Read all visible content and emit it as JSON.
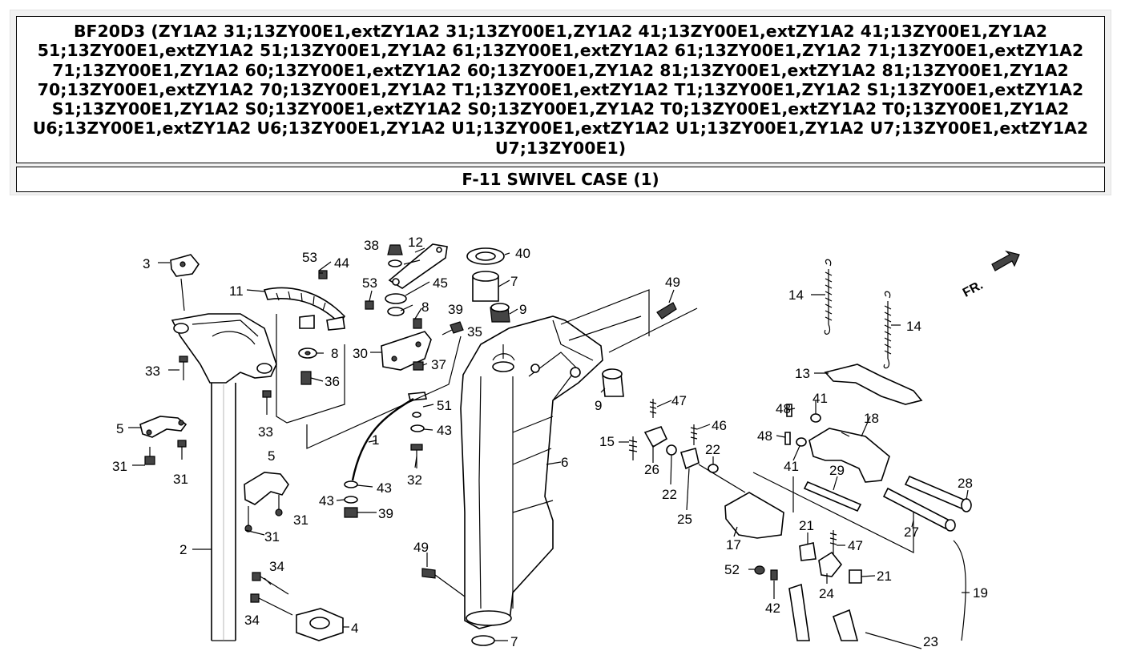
{
  "header": {
    "title": "BF20D3 (ZY1A2 31;13ZY00E1,extZY1A2 31;13ZY00E1,ZY1A2 41;13ZY00E1,extZY1A2 41;13ZY00E1,ZY1A2 51;13ZY00E1,extZY1A2 51;13ZY00E1,ZY1A2 61;13ZY00E1,extZY1A2 61;13ZY00E1,ZY1A2 71;13ZY00E1,extZY1A2 71;13ZY00E1,ZY1A2 60;13ZY00E1,extZY1A2 60;13ZY00E1,ZY1A2 81;13ZY00E1,extZY1A2 81;13ZY00E1,ZY1A2 70;13ZY00E1,extZY1A2 70;13ZY00E1,ZY1A2 T1;13ZY00E1,extZY1A2 T1;13ZY00E1,ZY1A2 S1;13ZY00E1,extZY1A2 S1;13ZY00E1,ZY1A2 S0;13ZY00E1,extZY1A2 S0;13ZY00E1,ZY1A2 T0;13ZY00E1,extZY1A2 T0;13ZY00E1,ZY1A2 U6;13ZY00E1,extZY1A2 U6;13ZY00E1,ZY1A2 U1;13ZY00E1,extZY1A2 U1;13ZY00E1,ZY1A2 U7;13ZY00E1,extZY1A2 U7;13ZY00E1)",
    "section": "F-11 SWIVEL CASE (1)"
  },
  "diagram": {
    "direction_label": "FR.",
    "callouts": {
      "c1": "1",
      "c2": "2",
      "c3": "3",
      "c4": "4",
      "c5a": "5",
      "c5b": "5",
      "c6": "6",
      "c7a": "7",
      "c7b": "7",
      "c8a": "8",
      "c8b": "8",
      "c9a": "9",
      "c9b": "9",
      "c11": "11",
      "c12": "12",
      "c13": "13",
      "c14a": "14",
      "c14b": "14",
      "c15": "15",
      "c17": "17",
      "c18": "18",
      "c19": "19",
      "c21a": "21",
      "c21b": "21",
      "c22a": "22",
      "c22b": "22",
      "c23": "23",
      "c24": "24",
      "c25": "25",
      "c26": "26",
      "c27": "27",
      "c28": "28",
      "c29": "29",
      "c30": "30",
      "c31a": "31",
      "c31b": "31",
      "c31c": "31",
      "c31d": "31",
      "c32": "32",
      "c33a": "33",
      "c33b": "33",
      "c34a": "34",
      "c34b": "34",
      "c35": "35",
      "c36": "36",
      "c37": "37",
      "c38": "38",
      "c39a": "39",
      "c39b": "39",
      "c40": "40",
      "c41a": "41",
      "c41b": "41",
      "c42": "42",
      "c43a": "43",
      "c43b": "43",
      "c43c": "43",
      "c44": "44",
      "c45": "45",
      "c46": "46",
      "c47a": "47",
      "c47b": "47",
      "c48a": "48",
      "c48b": "48",
      "c49a": "49",
      "c49b": "49",
      "c51": "51",
      "c52": "52",
      "c53a": "53",
      "c53b": "53"
    }
  }
}
